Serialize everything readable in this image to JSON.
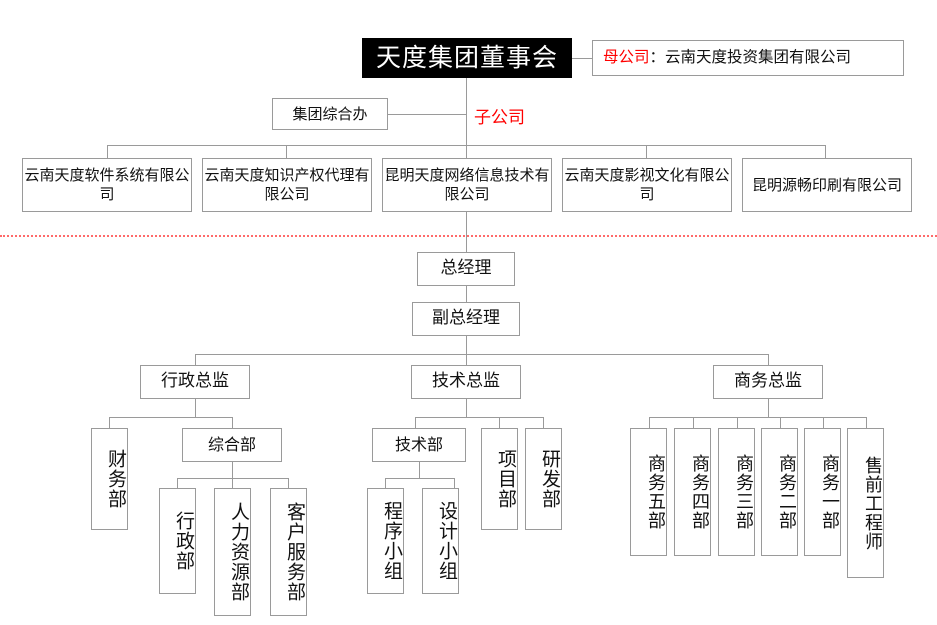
{
  "diagram": {
    "title": "天度集团董事会",
    "type": "organization-chart",
    "divider_color": "#ff6a6a",
    "accent_color": "#ff0000"
  },
  "board": {
    "label": "天度集团董事会"
  },
  "parent_company": {
    "tag": "母公司",
    "separator": "：",
    "name": "云南天度投资集团有限公司"
  },
  "group_office": {
    "label": "集团综合办"
  },
  "subsidiary_tag": {
    "label": "子公司"
  },
  "subsidiaries": [
    {
      "label": "云南天度软件系统有限公司"
    },
    {
      "label": "云南天度知识产权代理有限公司"
    },
    {
      "label": "昆明天度网络信息技术有限公司"
    },
    {
      "label": "云南天度影视文化有限公司"
    },
    {
      "label": "昆明源畅印刷有限公司"
    }
  ],
  "management": {
    "general_manager": "总经理",
    "deputy_general_manager": "副总经理"
  },
  "directors": [
    {
      "label": "行政总监"
    },
    {
      "label": "技术总监"
    },
    {
      "label": "商务总监"
    }
  ],
  "admin_branch": {
    "departments": [
      {
        "label": "财务部"
      },
      {
        "label": "综合部"
      }
    ],
    "general_affairs_children": [
      {
        "label": "行政部"
      },
      {
        "label": "人力资源部"
      },
      {
        "label": "客户服务部"
      }
    ]
  },
  "tech_branch": {
    "departments": [
      {
        "label": "技术部"
      },
      {
        "label": "项目部"
      },
      {
        "label": "研发部"
      }
    ],
    "tech_dept_children": [
      {
        "label": "程序小组"
      },
      {
        "label": "设计小组"
      }
    ]
  },
  "business_branch": {
    "departments": [
      {
        "label": "商务五部"
      },
      {
        "label": "商务四部"
      },
      {
        "label": "商务三部"
      },
      {
        "label": "商务二部"
      },
      {
        "label": "商务一部"
      },
      {
        "label": "售前工程师"
      }
    ]
  }
}
